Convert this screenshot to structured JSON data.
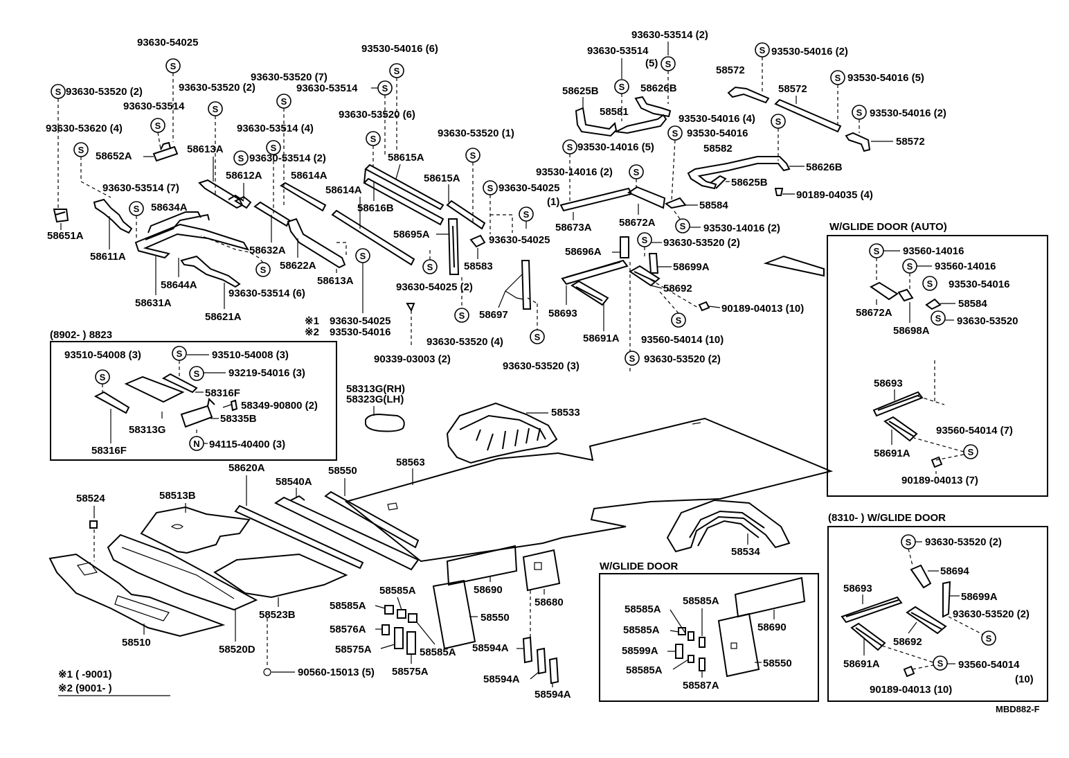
{
  "diagram_code": "MBD882-F",
  "notes": {
    "n1": "※1 (        -9001)",
    "n2": "※2 (9001-        )",
    "s1": "※1",
    "s2": "※2"
  },
  "symbols": {
    "screw": "S",
    "nut": "N"
  },
  "boxes": {
    "b8902_title": "(8902-          ) 8823",
    "auto_title": "W/GLIDE DOOR (AUTO)",
    "glide_title": "W/GLIDE DOOR",
    "b8310_title": "(8310-          ) W/GLIDE DOOR"
  },
  "labels": {
    "l01": "93630-54025",
    "l02": "93630-53520 (2)",
    "l03": "93630-53514",
    "l04": "93630-53620 (4)",
    "l05": "58652A",
    "l06": "93630-53514 (7)",
    "l07": "58651A",
    "l08": "58611A",
    "l09": "93630-53520 (7)",
    "l10": "93630-53520 (2)",
    "l11": "93630-53514 (4)",
    "l12": "58613A",
    "l13": "58612A",
    "l14": "93630-53514 (2)",
    "l15": "58634A",
    "l16": "58614A",
    "l17": "58631A",
    "l18": "58644A",
    "l19": "58632A",
    "l20": "58622A",
    "l21": "93630-53514 (6)",
    "l22": "58621A",
    "l23": "58613A",
    "l24": "93530-54016 (6)",
    "l25": "93630-53514",
    "l26": "93630-53520 (6)",
    "l27": "58615A",
    "l28": "58614A",
    "l29": "58616B",
    "l30": "93630-53520 (1)",
    "l31": "58615A",
    "l32": "93630-54025",
    "l33": "58695A",
    "l34": "93630-54025",
    "l35": "58583",
    "l36": "93630-54025 (2)",
    "l37": "93630-54025",
    "l38": "93530-54016",
    "l39": "90339-03003 (2)",
    "l40": "58697",
    "l41": "93630-53520 (4)",
    "l42": "93630-53520 (3)",
    "l43": "93630-53514 (2)",
    "l44": "93630-53514",
    "l45": "(5)",
    "l46": "58626B",
    "l47": "58625B",
    "l48": "58581",
    "l49": "93530-54016 (4)",
    "l50": "93530-54016",
    "l51": "93530-14016 (5)",
    "l52": "93530-14016 (2)",
    "l53": "(1)",
    "l54": "58673A",
    "l55": "58672A",
    "l56": "58584",
    "l57": "93530-14016 (2)",
    "l58": "58696A",
    "l59": "93630-53520 (2)",
    "l60": "58699A",
    "l61": "58692",
    "l62": "58693",
    "l63": "90189-04013 (10)",
    "l64": "58691A",
    "l65": "93560-54014 (10)",
    "l66": "93630-53520 (2)",
    "l67": "58572",
    "l68": "93530-54016 (2)",
    "l69": "58572",
    "l70": "93530-54016 (5)",
    "l71": "93530-54016 (2)",
    "l72": "58572",
    "l73": "58582",
    "l74": "58626B",
    "l75": "58625B",
    "l76": "90189-04035 (4)",
    "l77": "58313G(RH)",
    "l78": "58323G(LH)",
    "l79": "58533",
    "l80": "58563",
    "l81": "58620A",
    "l82": "58540A",
    "l83": "58550",
    "l84": "58524",
    "l85": "58513B",
    "l86": "58510",
    "l87": "58520D",
    "l88": "58523B",
    "l89": "90560-15013 (5)",
    "l90": "58585A",
    "l91": "58585A",
    "l92": "58576A",
    "l93": "58575A",
    "l94": "58575A",
    "l95": "58585A",
    "l96": "58690",
    "l97": "58550",
    "l98": "58680",
    "l99": "58594A",
    "l100": "58594A",
    "l101": "58594A",
    "l102": "58534",
    "b1_01": "93510-54008 (3)",
    "b1_02": "93510-54008 (3)",
    "b1_03": "93219-54016 (3)",
    "b1_04": "58316F",
    "b1_05": "58349-90800 (2)",
    "b1_06": "58313G",
    "b1_07": "58335B",
    "b1_08": "58316F",
    "b1_09": "94115-40400 (3)",
    "a_01": "93560-14016",
    "a_02": "93560-14016",
    "a_03": "93530-54016",
    "a_04": "58584",
    "a_05": "58672A",
    "a_06": "93630-53520",
    "a_07": "58698A",
    "a_08": "58693",
    "a_09": "93560-54014 (7)",
    "a_10": "58691A",
    "a_11": "90189-04013 (7)",
    "g_01": "58585A",
    "g_02": "58585A",
    "g_03": "58585A",
    "g_04": "58690",
    "g_05": "58599A",
    "g_06": "58550",
    "g_07": "58585A",
    "g_08": "58587A",
    "c_01": "93630-53520 (2)",
    "c_02": "58694",
    "c_03": "58693",
    "c_04": "58699A",
    "c_05": "93630-53520 (2)",
    "c_06": "58692",
    "c_07": "58691A",
    "c_08": "93560-54014",
    "c_09": "(10)",
    "c_10": "90189-04013 (10)"
  }
}
